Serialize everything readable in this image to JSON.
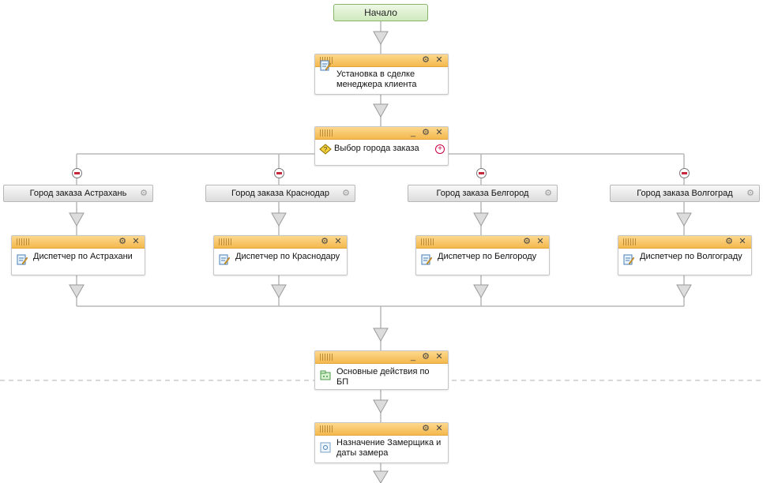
{
  "diagram": {
    "start_label": "Начало",
    "blocks": {
      "assign_manager": "Установка в сделке менеджера клиента",
      "choose_city": "Выбор города заказа",
      "main_actions": "Основные действия по БП",
      "assign_measurer": "Назначение Замерщика и даты замера"
    },
    "conditions": [
      "Город заказа Астрахань",
      "Город заказа Краснодар",
      "Город заказа Белгород",
      "Город заказа Волгоград"
    ],
    "dispatchers": [
      "Диспетчер по Астрахани",
      "Диспетчер по Краснодару",
      "Диспетчер по Белгороду",
      "Диспетчер по Волгограду"
    ],
    "controls": {
      "minimize": "_",
      "settings": "⚙",
      "close": "✕",
      "add": "+"
    },
    "colors": {
      "block_header": "#f4b94e",
      "start_fill": "#cfe9bd",
      "connector": "#b3b3b3",
      "arrow_fill": "#d9d9d9",
      "remove_branch": "#c8283c"
    }
  }
}
